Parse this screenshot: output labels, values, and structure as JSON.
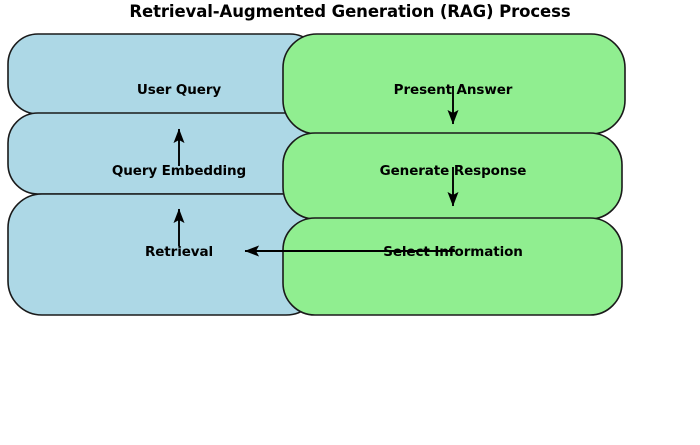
{
  "diagram": {
    "title": "Retrieval-Augmented Generation (RAG) Process",
    "type": "flowchart",
    "colors": {
      "left_group_fill": "#ADD8E6",
      "right_group_fill": "#90EE90",
      "node_stroke": "#1a1a1a",
      "arrow": "#000000",
      "text": "#000000",
      "background": "#FFFFFF"
    },
    "groups": [
      {
        "name": "retrieval-stage",
        "fill_key": "left_group_fill",
        "nodes": [
          {
            "id": "user-query",
            "label": "User Query"
          },
          {
            "id": "query-embedding",
            "label": "Query Embedding"
          },
          {
            "id": "retrieval",
            "label": "Retrieval"
          }
        ]
      },
      {
        "name": "generation-stage",
        "fill_key": "right_group_fill",
        "nodes": [
          {
            "id": "present-answer",
            "label": "Present Answer"
          },
          {
            "id": "generate-response",
            "label": "Generate Response"
          },
          {
            "id": "select-information",
            "label": "Select Information"
          }
        ]
      }
    ],
    "edges": [
      {
        "id": "edge-query-embedding-to-user-query",
        "from": "query-embedding",
        "to": "user-query",
        "direction": "up"
      },
      {
        "id": "edge-retrieval-to-query-embedding",
        "from": "retrieval",
        "to": "query-embedding",
        "direction": "up"
      },
      {
        "id": "edge-present-answer-to-generate-response",
        "from": "present-answer",
        "to": "generate-response",
        "direction": "down"
      },
      {
        "id": "edge-generate-response-to-select-information",
        "from": "generate-response",
        "to": "select-information",
        "direction": "down"
      },
      {
        "id": "edge-select-information-to-retrieval",
        "from": "select-information",
        "to": "retrieval",
        "direction": "left"
      }
    ]
  }
}
